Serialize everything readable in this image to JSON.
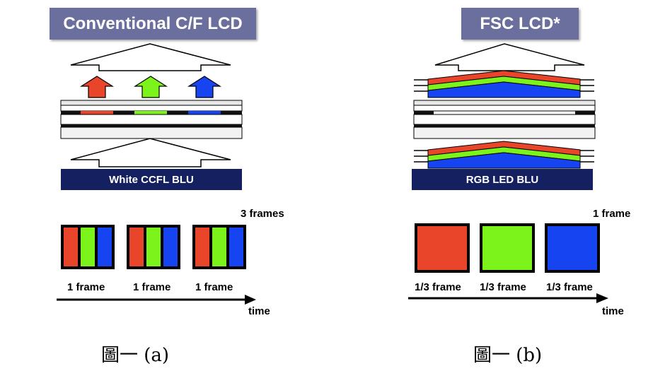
{
  "left_panel": {
    "title": "Conventional C/F LCD",
    "backlight": "White CCFL BLU",
    "frame_count_label": "3 frames",
    "frame_labels": [
      "1 frame",
      "1 frame",
      "1 frame"
    ],
    "time_label": "time",
    "caption": "圖一 (a)"
  },
  "right_panel": {
    "title": "FSC LCD*",
    "backlight": "RGB LED BLU",
    "frame_count_label": "1 frame",
    "frame_labels": [
      "1/3 frame",
      "1/3 frame",
      "1/3 frame"
    ],
    "time_label": "time",
    "caption": "圖一 (b)"
  },
  "colors": {
    "red": "#e8452b",
    "green": "#7df31c",
    "blue": "#1544f0",
    "title_bg": "#6b6f9e",
    "blu_bg": "#14205f",
    "frame_border": "#6f8a2a"
  }
}
